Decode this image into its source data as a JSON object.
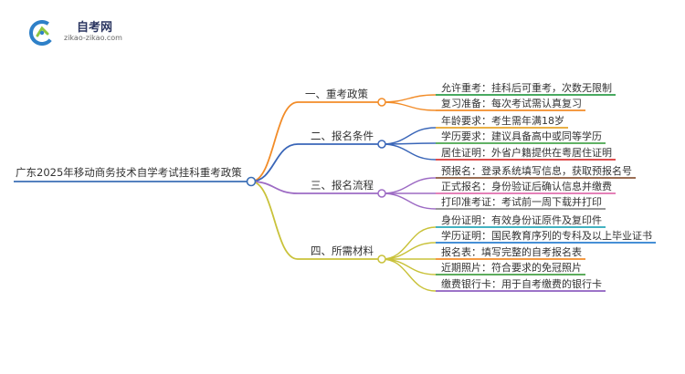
{
  "logo": {
    "name": "自考网",
    "url": "zikao-zikao.com",
    "colors": {
      "blue": "#2e80c8",
      "green": "#8dc63f",
      "title": "#2a3560"
    }
  },
  "root": {
    "label": "广东2025年移动商务技术自学考试挂科重考政策",
    "line_color": "#3b6fb6"
  },
  "branches": [
    {
      "label": "一、重考政策",
      "color": "#f28c28",
      "leaves": [
        {
          "text": "允许重考：挂科后可重考，次数无限制",
          "color": "#2e9d4a"
        },
        {
          "text": "复习准备：每次考试需认真复习",
          "color": "#f28c28"
        }
      ]
    },
    {
      "label": "二、报名条件",
      "color": "#3a66b8",
      "leaves": [
        {
          "text": "年龄要求：考生需年满18岁",
          "color": "#e6a52b"
        },
        {
          "text": "学历要求：建议具备高中或同等学历",
          "color": "#4aa64e"
        },
        {
          "text": "居住证明：外省户籍提供在粤居住证明",
          "color": "#d93434"
        }
      ]
    },
    {
      "label": "三、报名流程",
      "color": "#9d6bc4",
      "leaves": [
        {
          "text": "预报名：登录系统填写信息，获取预报名号",
          "color": "#8b5a3c"
        },
        {
          "text": "正式报名：身份验证后确认信息并缴费",
          "color": "#e06fae"
        },
        {
          "text": "打印准考证：考试前一周下载并打印",
          "color": "#888888"
        }
      ]
    },
    {
      "label": "四、所需材料",
      "color": "#c9c23a",
      "leaves": [
        {
          "text": "身份证明：有效身份证原件及复印件",
          "color": "#2aa7b8"
        },
        {
          "text": "学历证明：国民教育序列的专科及以上毕业证书",
          "color": "#2b7fd0"
        },
        {
          "text": "报名表：填写完整的自考报名表",
          "color": "#f28c28"
        },
        {
          "text": "近期照片：符合要求的免冠照片",
          "color": "#45a045"
        },
        {
          "text": "缴费银行卡：用于自考缴费的银行卡",
          "color": "#8e5fc0"
        }
      ]
    }
  ]
}
